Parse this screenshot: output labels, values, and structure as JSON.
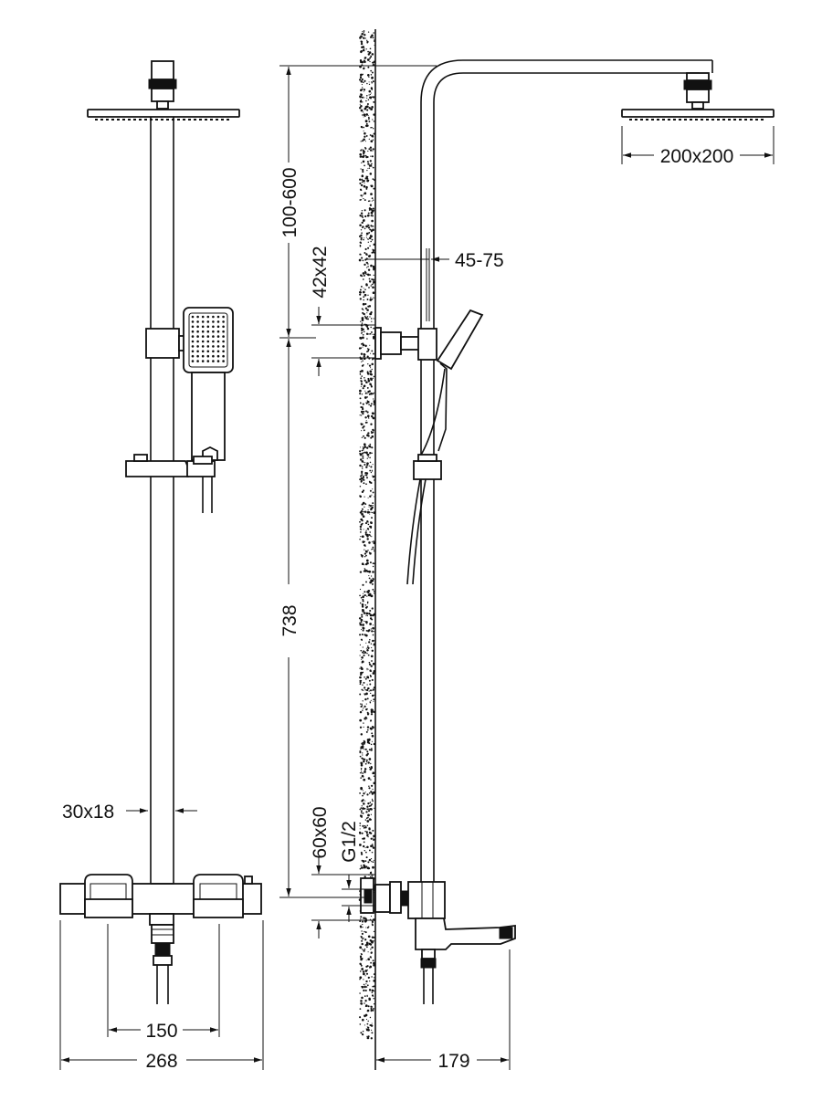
{
  "dimensions": {
    "head_size": "200x200",
    "arm_projection": "100-600",
    "wall_offset": "45-75",
    "bracket_size": "42x42",
    "riser_length": "738",
    "rail_section": "30x18",
    "mixer_block": "60x60",
    "inlet_thread": "G1/2",
    "inlet_centres": "150",
    "overall_width": "268",
    "overall_depth": "179"
  },
  "colors": {
    "line": "#111111",
    "background": "#ffffff"
  }
}
